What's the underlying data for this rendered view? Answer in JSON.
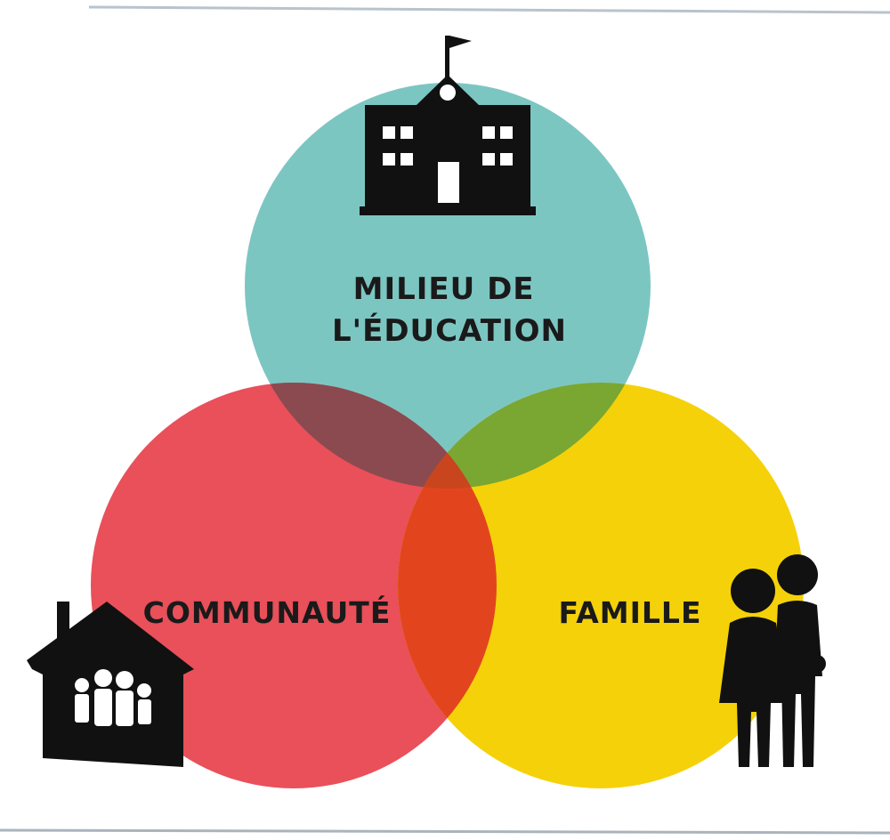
{
  "diagram": {
    "type": "venn",
    "circles": [
      {
        "id": "education",
        "label_lines": [
          "MILIEU DE",
          "L'ÉDUCATION"
        ],
        "color": "#7cc6c2",
        "icon": "school-icon"
      },
      {
        "id": "community",
        "label_lines": [
          "COMMUNAUTÉ"
        ],
        "color": "#e9505a",
        "icon": "house-with-family-icon"
      },
      {
        "id": "family",
        "label_lines": [
          "FAMILLE"
        ],
        "color": "#f5d10a",
        "icon": "family-people-icon"
      }
    ],
    "overlap_colors": {
      "education_community": "#8b4a4f",
      "education_family": "#7aa632",
      "community_family": "#e2451d",
      "center": "#c9451e"
    },
    "icon_color": "#111111"
  }
}
